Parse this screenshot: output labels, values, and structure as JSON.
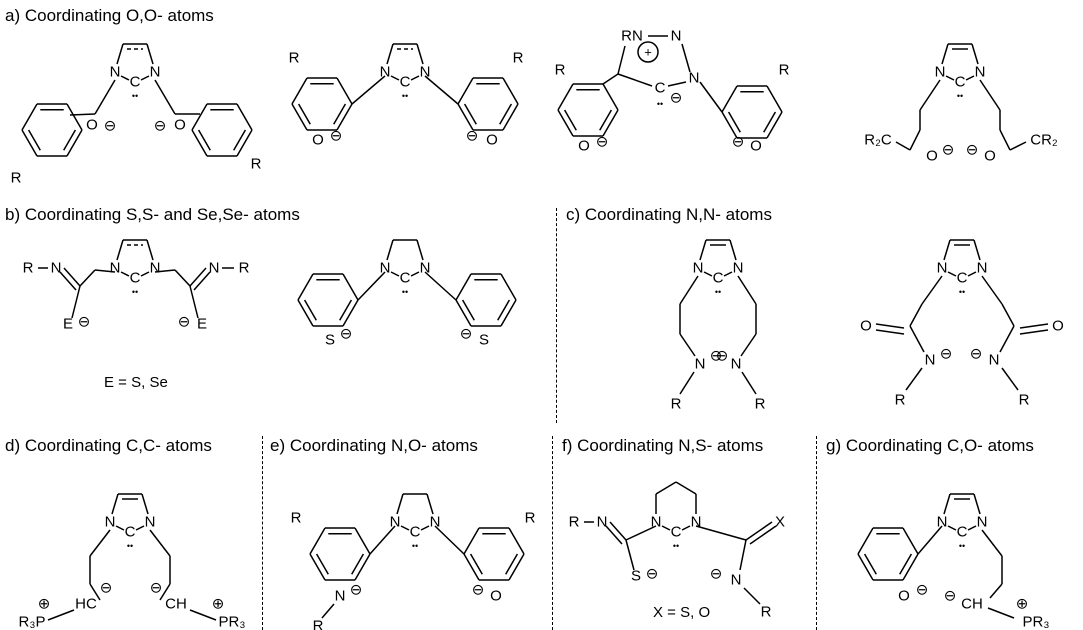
{
  "sections": {
    "a": {
      "title": "a) Coordinating O,O- atoms"
    },
    "b": {
      "title": "b) Coordinating S,S- and Se,Se- atoms",
      "caption": "E = S, Se"
    },
    "c": {
      "title": "c) Coordinating N,N- atoms"
    },
    "d": {
      "title": "d) Coordinating C,C- atoms"
    },
    "e": {
      "title": "e) Coordinating N,O- atoms"
    },
    "f": {
      "title": "f) Coordinating N,S- atoms",
      "caption": "X = S, O"
    },
    "g": {
      "title": "g) Coordinating C,O- atoms"
    }
  },
  "atom_labels": {
    "N": "N",
    "C": "C",
    "O": "O",
    "S": "S",
    "E": "E",
    "X": "X",
    "R": "R",
    "R2C": "R₂C",
    "CR2": "CR₂",
    "RN": "RN",
    "HC": "HC",
    "CH": "CH",
    "R3P": "R₃P",
    "PR3": "PR₃"
  },
  "charge_symbols": {
    "anion": "⊖",
    "cation": "⊕",
    "lone_pair": "••"
  }
}
